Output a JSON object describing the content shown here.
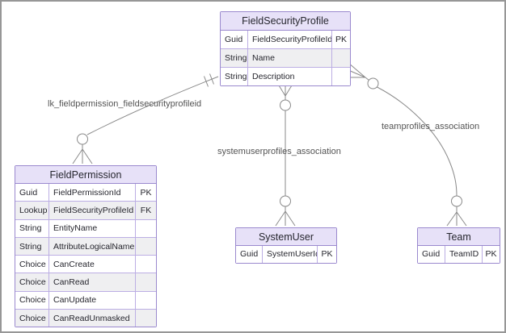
{
  "diagram": {
    "entities": [
      {
        "title": "FieldSecurityProfile",
        "rows": [
          {
            "type": "Guid",
            "name": "FieldSecurityProfileId",
            "key": "PK"
          },
          {
            "type": "String",
            "name": "Name",
            "key": ""
          },
          {
            "type": "String",
            "name": "Description",
            "key": ""
          }
        ]
      },
      {
        "title": "FieldPermission",
        "rows": [
          {
            "type": "Guid",
            "name": "FieldPermissionId",
            "key": "PK"
          },
          {
            "type": "Lookup",
            "name": "FieldSecurityProfileId",
            "key": "FK"
          },
          {
            "type": "String",
            "name": "EntityName",
            "key": ""
          },
          {
            "type": "String",
            "name": "AttributeLogicalName",
            "key": ""
          },
          {
            "type": "Choice",
            "name": "CanCreate",
            "key": ""
          },
          {
            "type": "Choice",
            "name": "CanRead",
            "key": ""
          },
          {
            "type": "Choice",
            "name": "CanUpdate",
            "key": ""
          },
          {
            "type": "Choice",
            "name": "CanReadUnmasked",
            "key": ""
          }
        ]
      },
      {
        "title": "SystemUser",
        "rows": [
          {
            "type": "Guid",
            "name": "SystemUserId",
            "key": "PK"
          }
        ]
      },
      {
        "title": "Team",
        "rows": [
          {
            "type": "Guid",
            "name": "TeamID",
            "key": "PK"
          }
        ]
      }
    ],
    "relationships": [
      {
        "label": "lk_fieldpermission_fieldsecurityprofileid",
        "from": "FieldSecurityProfile",
        "to": "FieldPermission",
        "from_cardinality": "one-and-only-one",
        "to_cardinality": "zero-or-many"
      },
      {
        "label": "systemuserprofiles_association",
        "from": "FieldSecurityProfile",
        "to": "SystemUser",
        "from_cardinality": "zero-or-many",
        "to_cardinality": "zero-or-many"
      },
      {
        "label": "teamprofiles_association",
        "from": "FieldSecurityProfile",
        "to": "Team",
        "from_cardinality": "zero-or-many",
        "to_cardinality": "zero-or-many"
      }
    ],
    "colors": {
      "entity_border": "#9a89ce",
      "entity_grid_line": "#bcaee4",
      "entity_header_bg": "#e7e1f8",
      "row_alt_bg": "#efeff1",
      "entity_text": "#26262e",
      "relationship_line": "#8a8a8a",
      "label_text": "#545454",
      "frame_border": "#979797",
      "canvas_bg": "#ffffff"
    }
  }
}
